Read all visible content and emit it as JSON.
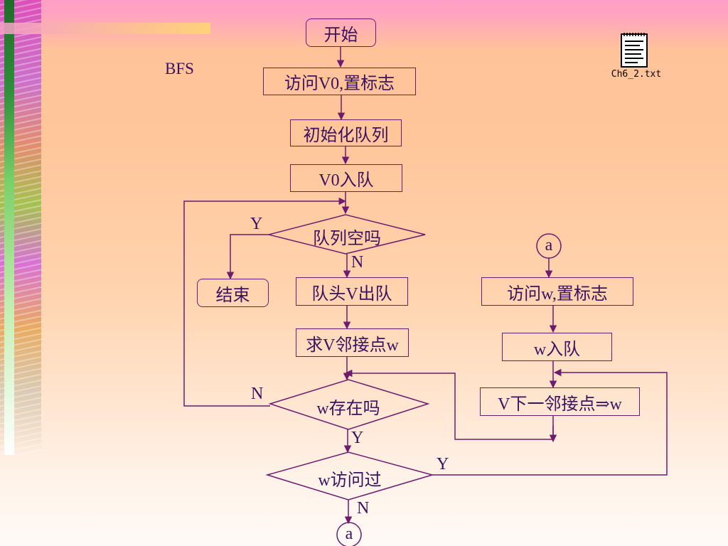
{
  "slide": {
    "title": "BFS",
    "attachment": {
      "icon": "text-file-icon",
      "caption": "Ch6_2.txt"
    }
  },
  "flowchart": {
    "start": "开始",
    "visit_v0": "访问V0,置标志",
    "init_queue": "初始化队列",
    "v0_enqueue": "V0入队",
    "queue_empty": "队列空吗",
    "end": "结束",
    "dequeue_v": "队头V出队",
    "find_adjacent": "求V邻接点w",
    "w_exists": "w存在吗",
    "w_visited": "w访问过",
    "connector_a_bottom": "a",
    "connector_a_right": "a",
    "visit_w": "访问w,置标志",
    "w_enqueue": "w入队",
    "next_adjacent": "V下一邻接点⇒w",
    "labels": {
      "queue_empty_yes": "Y",
      "queue_empty_no": "N",
      "w_exists_no": "N",
      "w_exists_yes": "Y",
      "w_visited_yes": "Y",
      "w_visited_no": "N"
    }
  },
  "colors": {
    "stroke": "#6e1a6e",
    "text": "#3a1260"
  }
}
